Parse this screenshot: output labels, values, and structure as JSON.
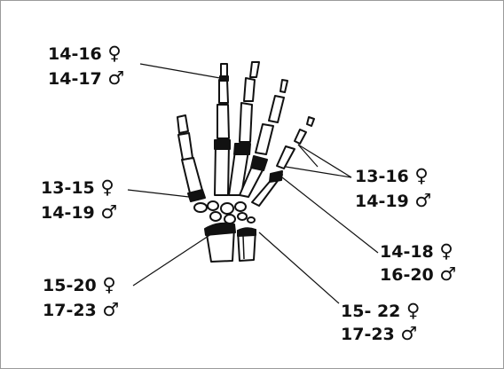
{
  "labels": {
    "distal": {
      "female_range": "14-16",
      "female_symbol": "♀",
      "male_range": "14-17",
      "male_symbol": "♂"
    },
    "metacarpal": {
      "female_range": "13-15",
      "female_symbol": "♀",
      "male_range": "14-19",
      "male_symbol": "♂"
    },
    "thumb_phalanges": {
      "female_range": "13-16",
      "female_symbol": "♀",
      "male_range": "14-19",
      "male_symbol": "♂"
    },
    "first_metacarpal": {
      "female_range": "14-18",
      "female_symbol": "♀",
      "male_range": "16-20",
      "male_symbol": "♂"
    },
    "ulna": {
      "female_range": "15-20",
      "female_symbol": "♀",
      "male_range": "17-23",
      "male_symbol": "♂"
    },
    "radius": {
      "female_range": "15- 22",
      "female_symbol": "♀",
      "male_range": "17-23",
      "male_symbol": "♂"
    }
  },
  "colors": {
    "bone_outline": "#111111",
    "epiphysis": "#111111",
    "background": "#ffffff"
  }
}
